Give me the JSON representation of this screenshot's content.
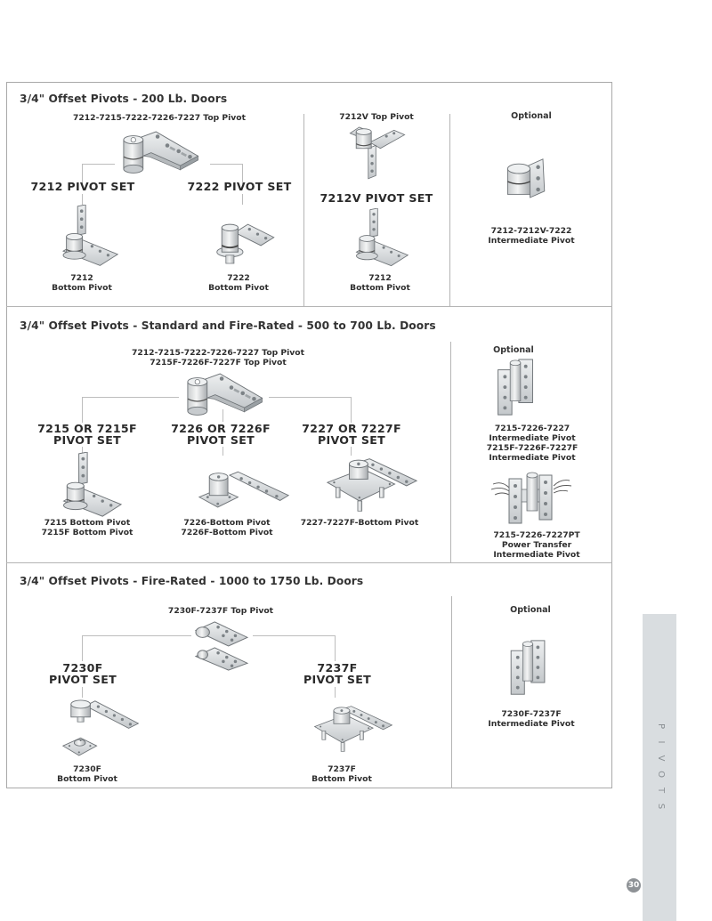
{
  "page": {
    "side_tab_label": "PIVOTS",
    "side_tab_letters": [
      "P",
      "I",
      "V",
      "O",
      "T",
      "S"
    ],
    "page_number": "30"
  },
  "sections": [
    {
      "title": "3/4\" Offset Pivots - 200 Lb. Doors",
      "top_pivot_caption": "7212-7215-7222-7226-7227 Top Pivot",
      "pivot_sets": [
        {
          "label": "7212 PIVOT SET",
          "bottom_caption_line1": "7212",
          "bottom_caption_line2": "Bottom Pivot"
        },
        {
          "label": "7222 PIVOT SET",
          "bottom_caption_line1": "7222",
          "bottom_caption_line2": "Bottom Pivot"
        }
      ],
      "v_column": {
        "top_caption": "7212V Top Pivot",
        "label": "7212V PIVOT SET",
        "bottom_caption_line1": "7212",
        "bottom_caption_line2": "Bottom Pivot"
      },
      "optional": {
        "heading": "Optional",
        "items": [
          {
            "line1": "7212-7212V-7222",
            "line2": "Intermediate Pivot"
          }
        ]
      }
    },
    {
      "title": "3/4\" Offset Pivots - Standard and Fire-Rated - 500 to 700 Lb. Doors",
      "top_pivot_caption_line1": "7212-7215-7222-7226-7227 Top Pivot",
      "top_pivot_caption_line2": "7215F-7226F-7227F Top Pivot",
      "pivot_sets": [
        {
          "label_line1": "7215 OR 7215F",
          "label_line2": "PIVOT SET",
          "bottom_caption_line1": "7215 Bottom Pivot",
          "bottom_caption_line2": "7215F Bottom Pivot"
        },
        {
          "label_line1": "7226 OR 7226F",
          "label_line2": "PIVOT SET",
          "bottom_caption_line1": "7226-Bottom Pivot",
          "bottom_caption_line2": "7226F-Bottom Pivot"
        },
        {
          "label_line1": "7227 OR 7227F",
          "label_line2": "PIVOT SET",
          "bottom_caption_line1": "7227-7227F-Bottom Pivot",
          "bottom_caption_line2": ""
        }
      ],
      "optional": {
        "heading": "Optional",
        "items": [
          {
            "line1": "7215-7226-7227",
            "line2": "Intermediate Pivot",
            "line3": "7215F-7226F-7227F",
            "line4": "Intermediate Pivot"
          },
          {
            "line1": "7215-7226-7227PT",
            "line2": "Power Transfer",
            "line3": "Intermediate Pivot"
          }
        ]
      }
    },
    {
      "title": "3/4\" Offset Pivots - Fire-Rated - 1000 to 1750 Lb. Doors",
      "top_pivot_caption": "7230F-7237F Top Pivot",
      "pivot_sets": [
        {
          "label_line1": "7230F",
          "label_line2": "PIVOT SET",
          "bottom_caption_line1": "7230F",
          "bottom_caption_line2": "Bottom Pivot"
        },
        {
          "label_line1": "7237F",
          "label_line2": "PIVOT SET",
          "bottom_caption_line1": "7237F",
          "bottom_caption_line2": "Bottom Pivot"
        }
      ],
      "optional": {
        "heading": "Optional",
        "items": [
          {
            "line1": "7230F-7237F",
            "line2": "Intermediate Pivot"
          }
        ]
      }
    }
  ]
}
